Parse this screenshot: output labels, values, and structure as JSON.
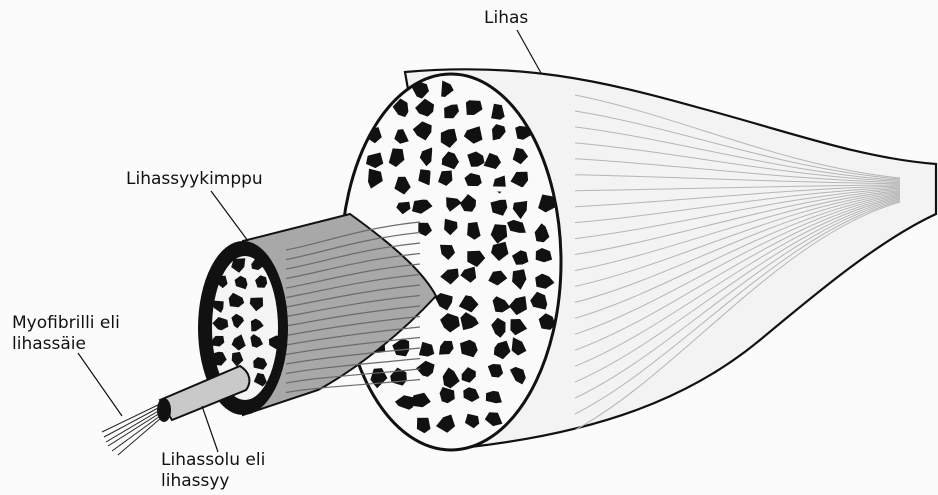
{
  "labels": {
    "muscle": "Lihas",
    "fascicle": "Lihassyykimppu",
    "myofibril_line1": "Myofibrilli eli",
    "myofibril_line2": "lihassäie",
    "fiber_line1": "Lihassolu eli",
    "fiber_line2": "lihassyy"
  },
  "colors": {
    "background": "#fbfbfb",
    "ink": "#111111",
    "fascicle_shading": "#9a9a9a"
  }
}
